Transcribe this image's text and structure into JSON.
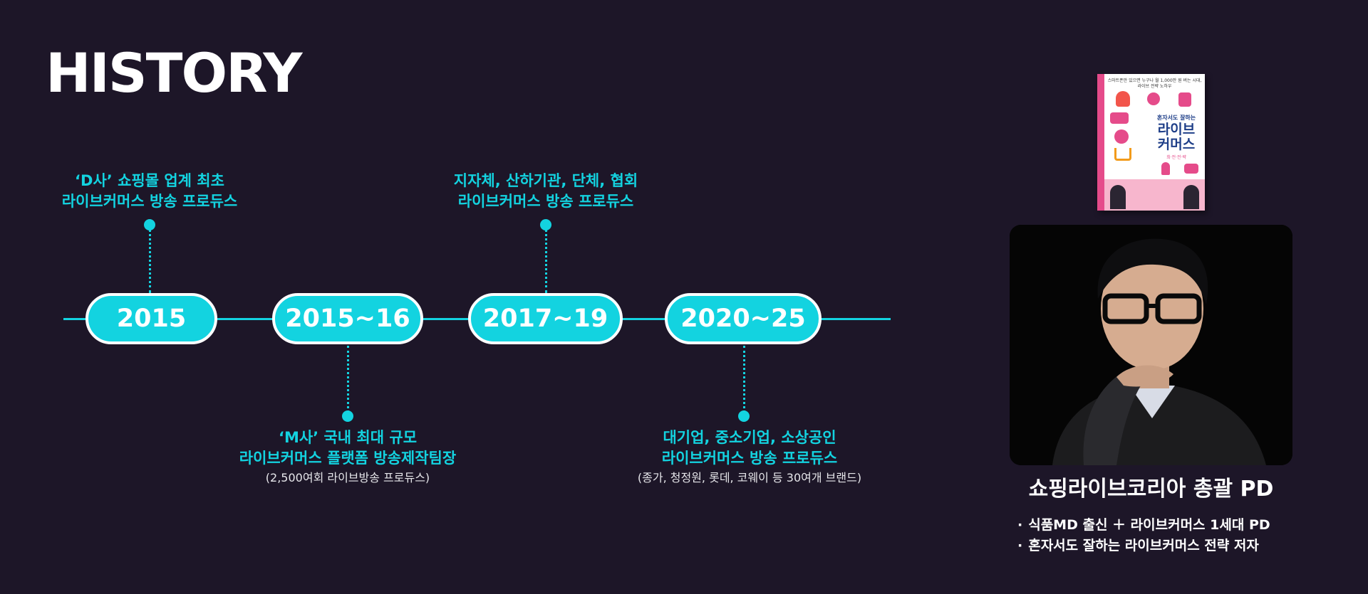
{
  "title": "HISTORY",
  "timeline": [
    {
      "year": "2015",
      "lines": [
        "‘D사’ 쇼핑몰 업계 최초",
        "라이브커머스 방송 프로듀스"
      ],
      "sub": ""
    },
    {
      "year": "2015~16",
      "lines": [
        "‘M사’ 국내 최대 규모",
        "라이브커머스 플랫폼 방송제작팀장"
      ],
      "sub": "(2,500여회 라이브방송 프로듀스)"
    },
    {
      "year": "2017~19",
      "lines": [
        "지자체, 산하기관, 단체, 협회",
        "라이브커머스 방송 프로듀스"
      ],
      "sub": ""
    },
    {
      "year": "2020~25",
      "lines": [
        "대기업, 중소기업, 소상공인",
        "라이브커머스 방송 프로듀스"
      ],
      "sub": "(종가, 청정원, 롯데, 코웨이 등 30여개 브랜드)"
    }
  ],
  "book": {
    "tagline": "스마트폰만 있으면 누구나 월 1,000만 원 버는 시대, 라이브 전략 노하우",
    "pre_title": "혼자서도 잘하는",
    "title_line1": "라이브",
    "title_line2": "커머스",
    "edition": "최·전·전·략"
  },
  "profile": {
    "name": "쇼핑라이브코리아 총괄 PD",
    "bullets": [
      "식품MD 출신 ＋ 라이브커머스 1세대 PD",
      "혼자서도 잘하는 라이브커머스 전략 저자"
    ]
  },
  "colors": {
    "background": "#1d1628",
    "accent": "#13d3e0",
    "text": "#ffffff",
    "book_pink": "#e54b8a",
    "book_navy": "#1e3e88"
  }
}
